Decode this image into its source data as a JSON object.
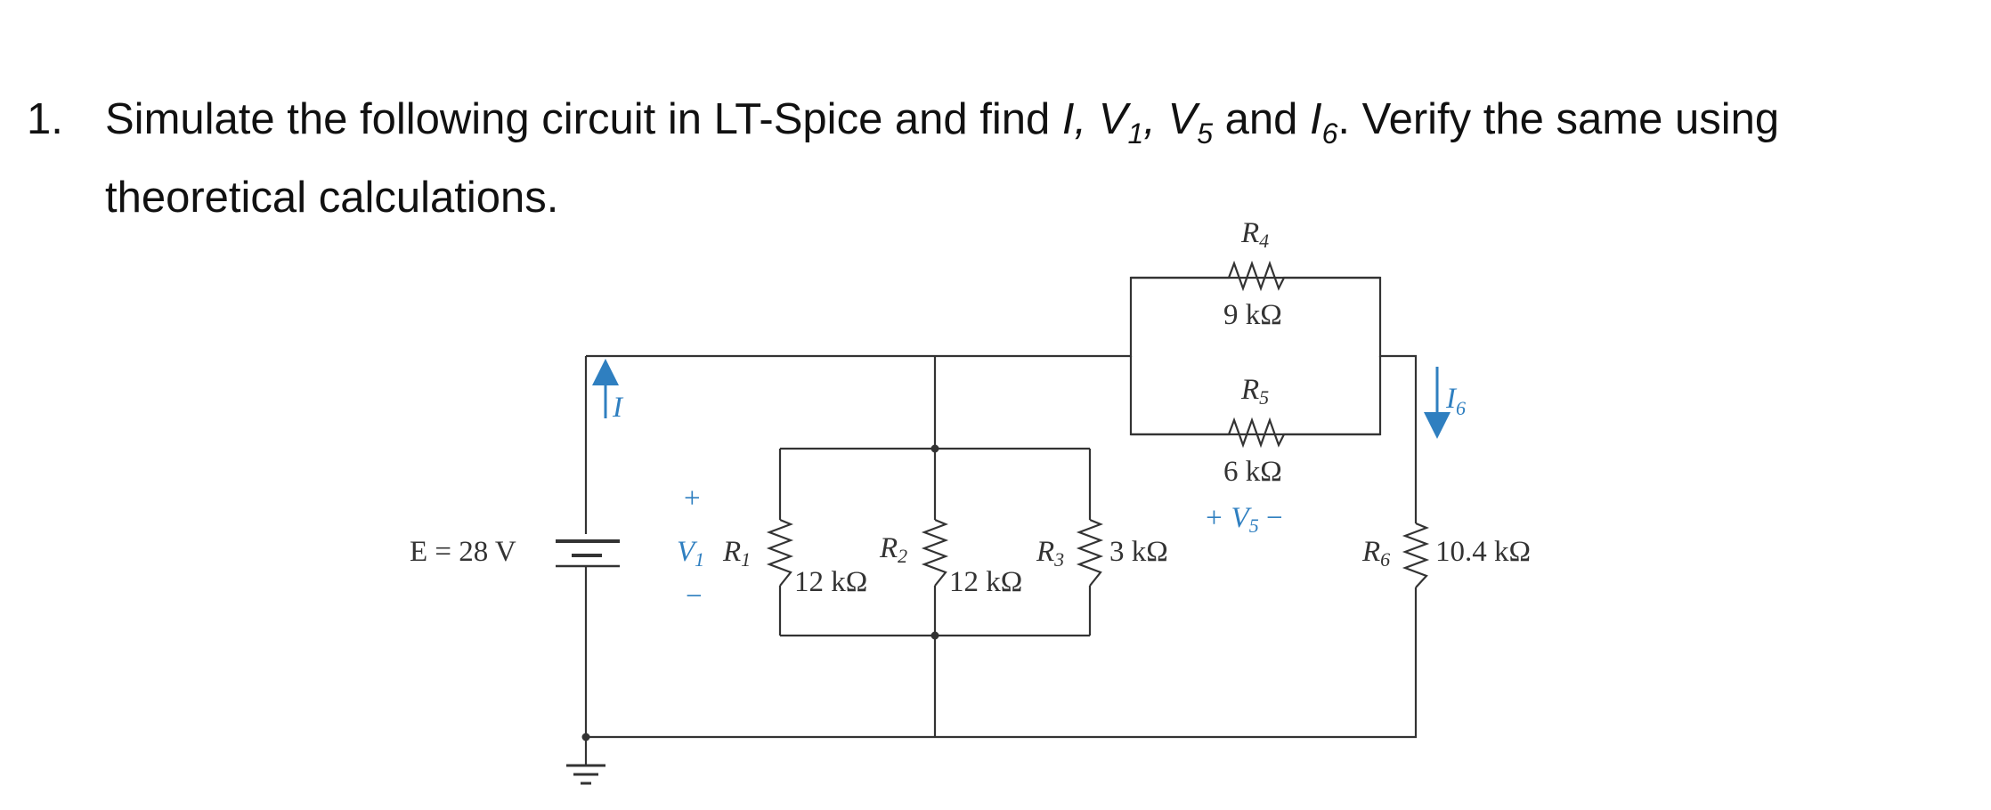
{
  "question": {
    "number": "1.",
    "text_part1": "Simulate the following circuit in LT-Spice and find ",
    "var_I": "I",
    "sep1": ", ",
    "var_V": "V",
    "sub_1": "1",
    "sep2": ", ",
    "var_V5": "V",
    "sub_5": "5",
    "text_and": " and ",
    "var_I6": "I",
    "sub_6": "6",
    "text_part2": ". Verify the same using",
    "line2": "theoretical calculations."
  },
  "circuit": {
    "source_label": "E = 28 V",
    "current_I": "I",
    "v1_plus": "+",
    "v1_label": "V",
    "v1_sub": "1",
    "v1_minus": "−",
    "r1": {
      "name": "R",
      "sub": "1",
      "value": "12 kΩ"
    },
    "r2": {
      "name": "R",
      "sub": "2",
      "value": "12 kΩ"
    },
    "r3": {
      "name": "R",
      "sub": "3",
      "value": "3 kΩ"
    },
    "r4": {
      "name": "R",
      "sub": "4",
      "value": "9 kΩ"
    },
    "r5": {
      "name": "R",
      "sub": "5",
      "value": "6 kΩ"
    },
    "r6": {
      "name": "R",
      "sub": "6",
      "value": "10.4 kΩ"
    },
    "v5_label": "+ V",
    "v5_sub": "5",
    "v5_minus": " −",
    "i6_label": "I",
    "i6_sub": "6",
    "colors": {
      "wire": "#333333",
      "annotation": "#2f7fc0"
    }
  }
}
